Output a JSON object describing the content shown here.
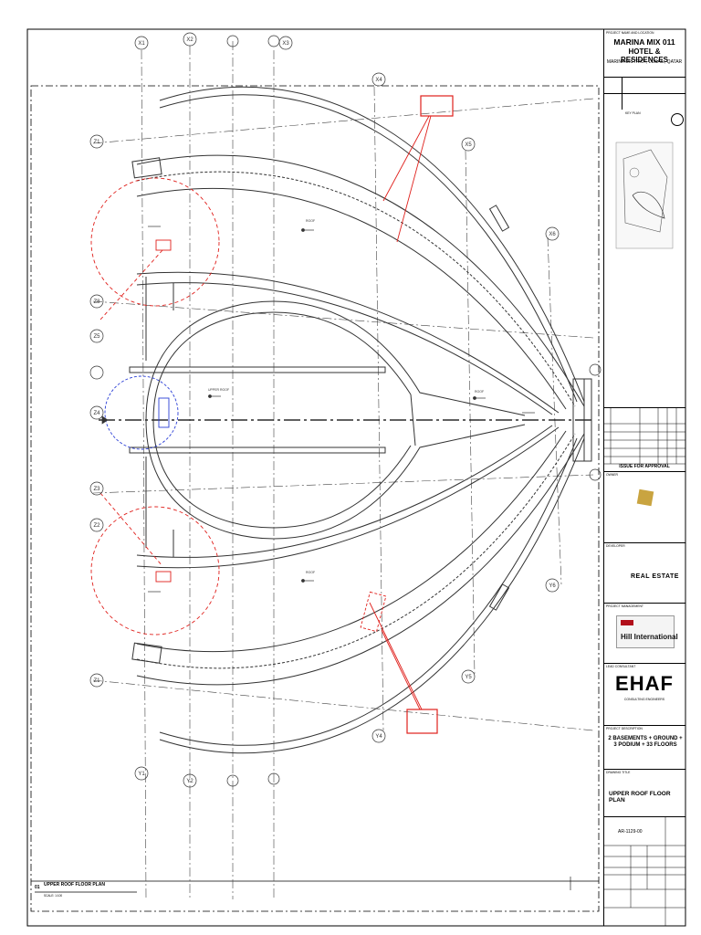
{
  "drawing": {
    "grid_labels_top": [
      "X1",
      "X2",
      "X3"
    ],
    "grid_labels_bottom": [
      "Y1",
      "Y2"
    ],
    "grid_labels_right_upper": [
      "X4",
      "X5",
      "X6"
    ],
    "grid_labels_right_lower": [
      "Y6",
      "Y5",
      "Y4"
    ],
    "grid_labels_left": [
      "Z1",
      "Z8",
      "Z5",
      "Z4",
      "Z3",
      "Z2",
      "Z1"
    ],
    "area_labels": [
      "ROOF",
      "UPPER ROOF",
      "ROOF",
      "ROOF"
    ],
    "bottom_label": "UPPER ROOF FLOOR PLAN",
    "bottom_number": "01",
    "bottom_scale": "SCALE: 1:100",
    "colors": {
      "redline": "#e0201c",
      "blueline": "#2b3fd6",
      "ink": "#333333"
    }
  },
  "title_block": {
    "header_label": "PROJECT NAME AND LOCATION",
    "project_name_1": "MARINA MIX 011",
    "project_name_2": "HOTEL & RESIDENCES",
    "location": "MARINA DISTRICT, LUSAIL, QATAR",
    "key_plan_label": "KEY PLAN",
    "issue_status": "ISSUE FOR APPROVAL",
    "owner_label": "OWNER",
    "developer_label": "DEVELOPER",
    "developer_logo_text": "REAL ESTATE",
    "pm_label": "PROJECT MANAGEMENT",
    "pm_name": "Hill International",
    "consultant_label": "LEAD CONSULTANT",
    "consultant_name": "EHAF",
    "consultant_sub": "CONSULTING ENGINEERS",
    "project_desc_label": "PROJECT DESCRIPTION",
    "project_desc": "2 BASEMENTS + GROUND + 3 PODIUM + 33 FLOORS",
    "drawing_title_label": "DRAWING TITLE",
    "drawing_title": "UPPER ROOF FLOOR PLAN",
    "drawing_number": "AR-1129-00"
  }
}
